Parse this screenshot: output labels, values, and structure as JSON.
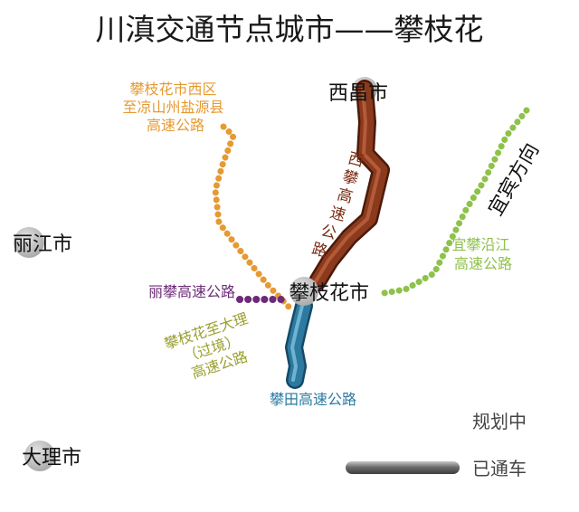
{
  "title": "川滇交通节点城市——攀枝花",
  "cities": {
    "xichang": "西昌市",
    "lijiang": "丽江市",
    "dali": "大理市",
    "panzhihua": "攀枝花市"
  },
  "direction": "宜宾方向",
  "roads": {
    "xipan": {
      "name": "西攀高速公路",
      "status": "已通车",
      "color": "#8b3a1e"
    },
    "pantian": {
      "name": "攀田高速公路",
      "status": "已通车",
      "color": "#2c7aa0"
    },
    "lipan": {
      "name": "丽攀高速公路",
      "status": "规划中",
      "color": "#6d2a78"
    },
    "yipan": {
      "name_lines": [
        "宜攀沿江",
        "高速公路"
      ],
      "status": "规划中",
      "color": "#8ec24a"
    },
    "pan_dali": {
      "name_lines": [
        "攀枝花至大理",
        "（过境）",
        "高速公路"
      ],
      "status": "规划中",
      "color": "#9aa030"
    },
    "xiqu_yanyuan": {
      "name_lines": [
        "攀枝花市西区",
        "至凉山州盐源县",
        "高速公路"
      ],
      "status": "规划中",
      "color": "#e59a32"
    }
  },
  "legend": {
    "planned": "规划中",
    "opened": "已通车"
  }
}
